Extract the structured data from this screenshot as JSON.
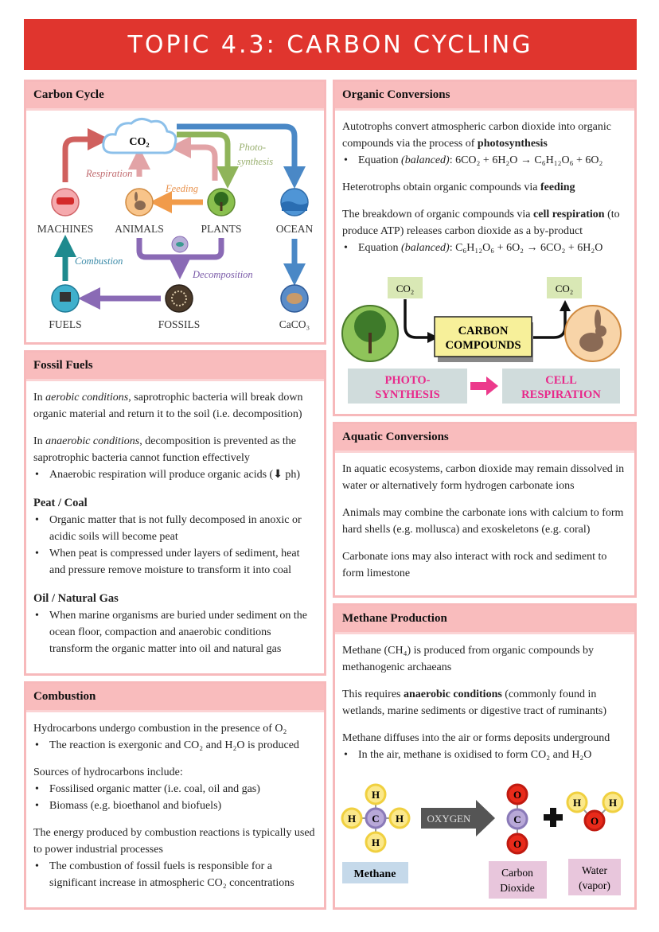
{
  "title": "TOPIC 4.3:  CARBON CYCLING",
  "colors": {
    "title_bar": "#e0352e",
    "panel_header": "#f9bcbd",
    "panel_border": "#f7b9bb",
    "highlight_text": "#e8298b"
  },
  "carbon_cycle": {
    "heading": "Carbon Cycle",
    "nodes": {
      "co2": "CO₂",
      "machines": "MACHINES",
      "animals": "ANIMALS",
      "plants": "PLANTS",
      "ocean": "OCEAN",
      "fuels": "FUELS",
      "fossils": "FOSSILS",
      "caco3": "CaCO₃"
    },
    "processes": {
      "respiration": "Respiration",
      "feeding": "Feeding",
      "photo1": "Photo-",
      "photo2": "synthesis",
      "combustion": "Combustion",
      "decomposition": "Decomposition"
    }
  },
  "fossil_fuels": {
    "heading": "Fossil Fuels",
    "blocks": [
      {
        "type": "p",
        "segs": [
          [
            "In ",
            ""
          ],
          [
            "aerobic conditions",
            "i"
          ],
          [
            ", saprotrophic bacteria will break down organic material and return it to the soil (i.e. decomposition)",
            ""
          ]
        ]
      },
      {
        "type": "p",
        "segs": [
          [
            "In ",
            ""
          ],
          [
            "anaerobic conditions",
            "i"
          ],
          [
            ", decomposition is prevented as the saprotrophic bacteria cannot function effectively",
            ""
          ]
        ]
      },
      {
        "type": "b",
        "segs": [
          [
            "Anaerobic respiration will produce organic acids (⬇ ph)",
            ""
          ]
        ]
      },
      {
        "type": "h",
        "segs": [
          [
            "Peat / Coal",
            ""
          ]
        ]
      },
      {
        "type": "b",
        "segs": [
          [
            "Organic matter that is not fully decomposed in anoxic or acidic soils will become peat",
            ""
          ]
        ]
      },
      {
        "type": "b",
        "segs": [
          [
            "When peat is compressed under layers of sediment, heat and pressure remove moisture to transform it into coal",
            ""
          ]
        ]
      },
      {
        "type": "h",
        "segs": [
          [
            "Oil / Natural Gas",
            ""
          ]
        ]
      },
      {
        "type": "b",
        "segs": [
          [
            "When marine organisms are buried under sediment on the ocean floor, compaction and anaerobic conditions transform the organic matter into oil and natural gas",
            ""
          ]
        ]
      }
    ]
  },
  "combustion": {
    "heading": "Combustion",
    "blocks": [
      {
        "type": "p",
        "segs": [
          [
            "Hydrocarbons undergo combustion in the presence of O₂",
            ""
          ]
        ]
      },
      {
        "type": "b",
        "segs": [
          [
            "The reaction is exergonic and CO₂ and H₂O is produced",
            ""
          ]
        ]
      },
      {
        "type": "p",
        "segs": [
          [
            "Sources of hydrocarbons include:",
            ""
          ]
        ]
      },
      {
        "type": "b",
        "segs": [
          [
            "Fossilised organic matter (i.e. coal, oil and gas)",
            ""
          ]
        ]
      },
      {
        "type": "b",
        "segs": [
          [
            "Biomass (e.g. bioethanol and biofuels)",
            ""
          ]
        ]
      },
      {
        "type": "p",
        "segs": [
          [
            "The energy produced by combustion reactions is typically used to power industrial processes",
            ""
          ]
        ]
      },
      {
        "type": "b",
        "segs": [
          [
            "The combustion of fossil fuels is responsible for a significant increase in atmospheric CO₂ concentrations",
            ""
          ]
        ]
      }
    ]
  },
  "organic_conversions": {
    "heading": "Organic Conversions",
    "blocks": [
      {
        "type": "p",
        "segs": [
          [
            "Autotrophs convert atmospheric carbon dioxide into organic compounds via the process of ",
            ""
          ],
          [
            "photosynthesis",
            "b"
          ]
        ]
      },
      {
        "type": "b",
        "segs": [
          [
            "Equation ",
            ""
          ],
          [
            "(balanced)",
            "i"
          ],
          [
            ":  6CO₂ + 6H₂O → C₆H₁₂O₆ + 6O₂",
            ""
          ]
        ]
      },
      {
        "type": "p",
        "segs": [
          [
            "Heterotrophs obtain organic compounds via ",
            ""
          ],
          [
            "feeding",
            "b"
          ]
        ]
      },
      {
        "type": "p",
        "segs": [
          [
            "The breakdown of organic compounds via ",
            ""
          ],
          [
            "cell respiration",
            "b"
          ],
          [
            " (to produce ATP) releases carbon dioxide as a by-product",
            ""
          ]
        ]
      },
      {
        "type": "b",
        "segs": [
          [
            "Equation ",
            ""
          ],
          [
            "(balanced)",
            "i"
          ],
          [
            ": C₆H₁₂O₆ + 6O₂ → 6CO₂ + 6H₂O",
            ""
          ]
        ]
      }
    ],
    "diagram": {
      "co2_in": "CO₂",
      "co2_out": "CO₂",
      "compounds1": "CARBON",
      "compounds2": "COMPOUNDS",
      "photo1": "PHOTO-",
      "photo2": "SYNTHESIS",
      "cell1": "CELL",
      "cell2": "RESPIRATION"
    }
  },
  "aquatic_conversions": {
    "heading": "Aquatic Conversions",
    "blocks": [
      {
        "type": "p",
        "segs": [
          [
            "In aquatic ecosystems, carbon dioxide may remain dissolved in water or alternatively form hydrogen carbonate ions",
            ""
          ]
        ]
      },
      {
        "type": "p",
        "segs": [
          [
            "Animals may combine the carbonate ions with calcium to form hard shells (e.g. mollusca) and exoskeletons (e.g. coral)",
            ""
          ]
        ]
      },
      {
        "type": "p",
        "segs": [
          [
            "Carbonate ions may also interact with rock and sediment to form limestone",
            ""
          ]
        ]
      }
    ]
  },
  "methane_production": {
    "heading": "Methane Production",
    "blocks": [
      {
        "type": "p",
        "segs": [
          [
            "Methane (CH₄) is produced from organic compounds by methanogenic archaeans",
            ""
          ]
        ]
      },
      {
        "type": "p",
        "segs": [
          [
            "This requires ",
            ""
          ],
          [
            "anaerobic conditions",
            "b"
          ],
          [
            " (commonly found in wetlands, marine sediments or digestive tract of ruminants)",
            ""
          ]
        ]
      },
      {
        "type": "p",
        "segs": [
          [
            "Methane diffuses into the air or forms deposits underground",
            ""
          ]
        ]
      },
      {
        "type": "b",
        "segs": [
          [
            "In the air, methane is oxidised to form CO₂ and H₂O",
            ""
          ]
        ]
      }
    ],
    "diagram": {
      "h": "H",
      "c": "C",
      "o": "O",
      "arrow": "OXYGEN",
      "methane": "Methane",
      "co2_1": "Carbon",
      "co2_2": "Dioxide",
      "water1": "Water",
      "water2": "(vapor)"
    }
  }
}
